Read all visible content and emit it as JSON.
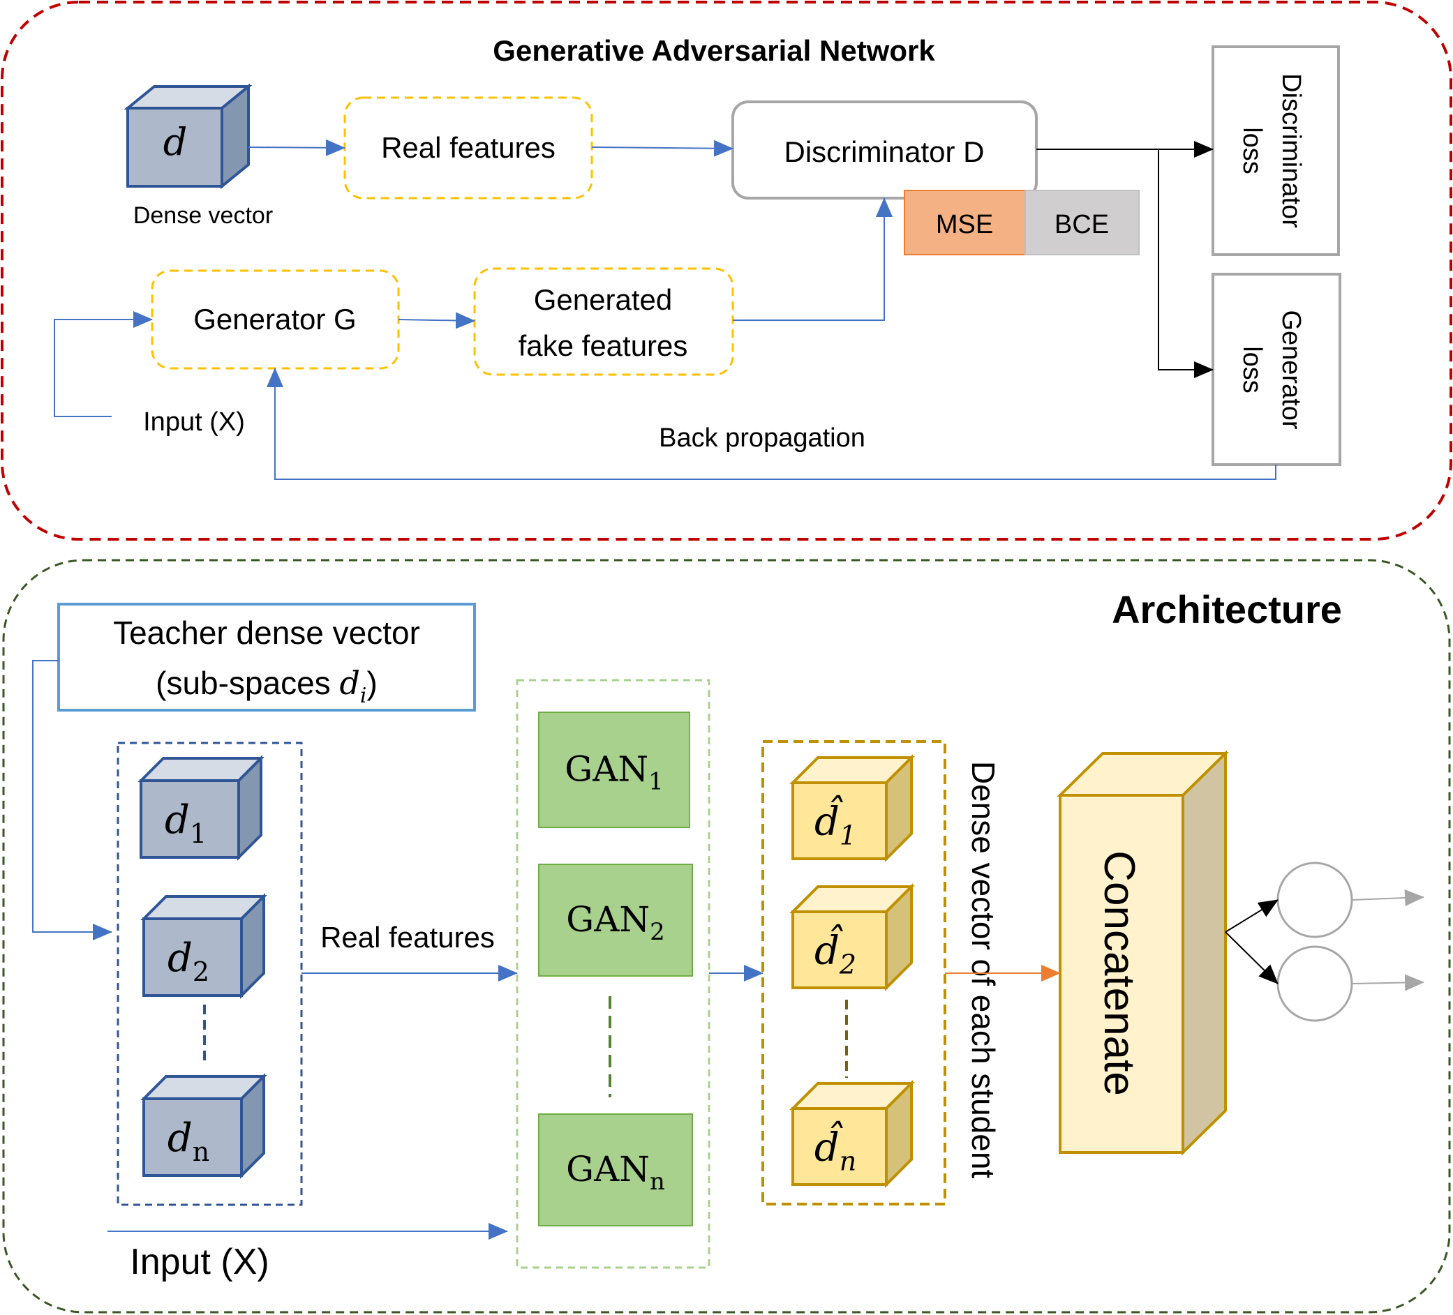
{
  "gan_panel": {
    "title": "Generative Adversarial Network",
    "cube_letter": "d",
    "dense_vector_label": "Dense vector",
    "real_features": "Real features",
    "discriminator": "Discriminator D",
    "mse": "MSE",
    "bce": "BCE",
    "generator": "Generator G",
    "generated_line1": "Generated",
    "generated_line2": "fake features",
    "input_label": "Input (X)",
    "back_propagation": "Back propagation",
    "discriminator_loss_line1": "Discriminator",
    "discriminator_loss_line2": "loss",
    "generator_loss_line1": "Generator",
    "generator_loss_line2": "loss"
  },
  "architecture_panel": {
    "title": "Architecture",
    "teacher_line1": "Teacher dense vector",
    "teacher_line2_prefix": "(sub-spaces ",
    "teacher_line2_var": "d",
    "teacher_line2_sub": "i",
    "teacher_line2_suffix": ")",
    "input_cubes": [
      {
        "letter": "d",
        "sub": "1"
      },
      {
        "letter": "d",
        "sub": "2"
      },
      {
        "letter": "d",
        "sub": "n"
      }
    ],
    "real_features": "Real features",
    "gans": [
      {
        "name": "GAN",
        "sub": "1"
      },
      {
        "name": "GAN",
        "sub": "2"
      },
      {
        "name": "GAN",
        "sub": "n"
      }
    ],
    "output_cubes": [
      {
        "letter": "d̂",
        "sub": "1"
      },
      {
        "letter": "d̂",
        "sub": "2"
      },
      {
        "letter": "d̂",
        "sub": "n"
      }
    ],
    "student_label": "Dense vector of each student",
    "concatenate": "Concatenate",
    "input_label": "Input (X)"
  },
  "colors": {
    "gan_border": "#c00000",
    "arch_border": "#385723",
    "arrow_blue": "#4472c4",
    "arrow_orange": "#ed7d31",
    "yellow_dash": "#ffc000",
    "cube_blue_front": "#adb9ca",
    "cube_blue_stroke": "#2f5597",
    "cube_gold_front": "#ffe699",
    "cube_gold_stroke": "#bf9000",
    "gan_green": "#a9d18e",
    "mse_fill": "#f4b183",
    "bce_fill": "#d0cece"
  }
}
